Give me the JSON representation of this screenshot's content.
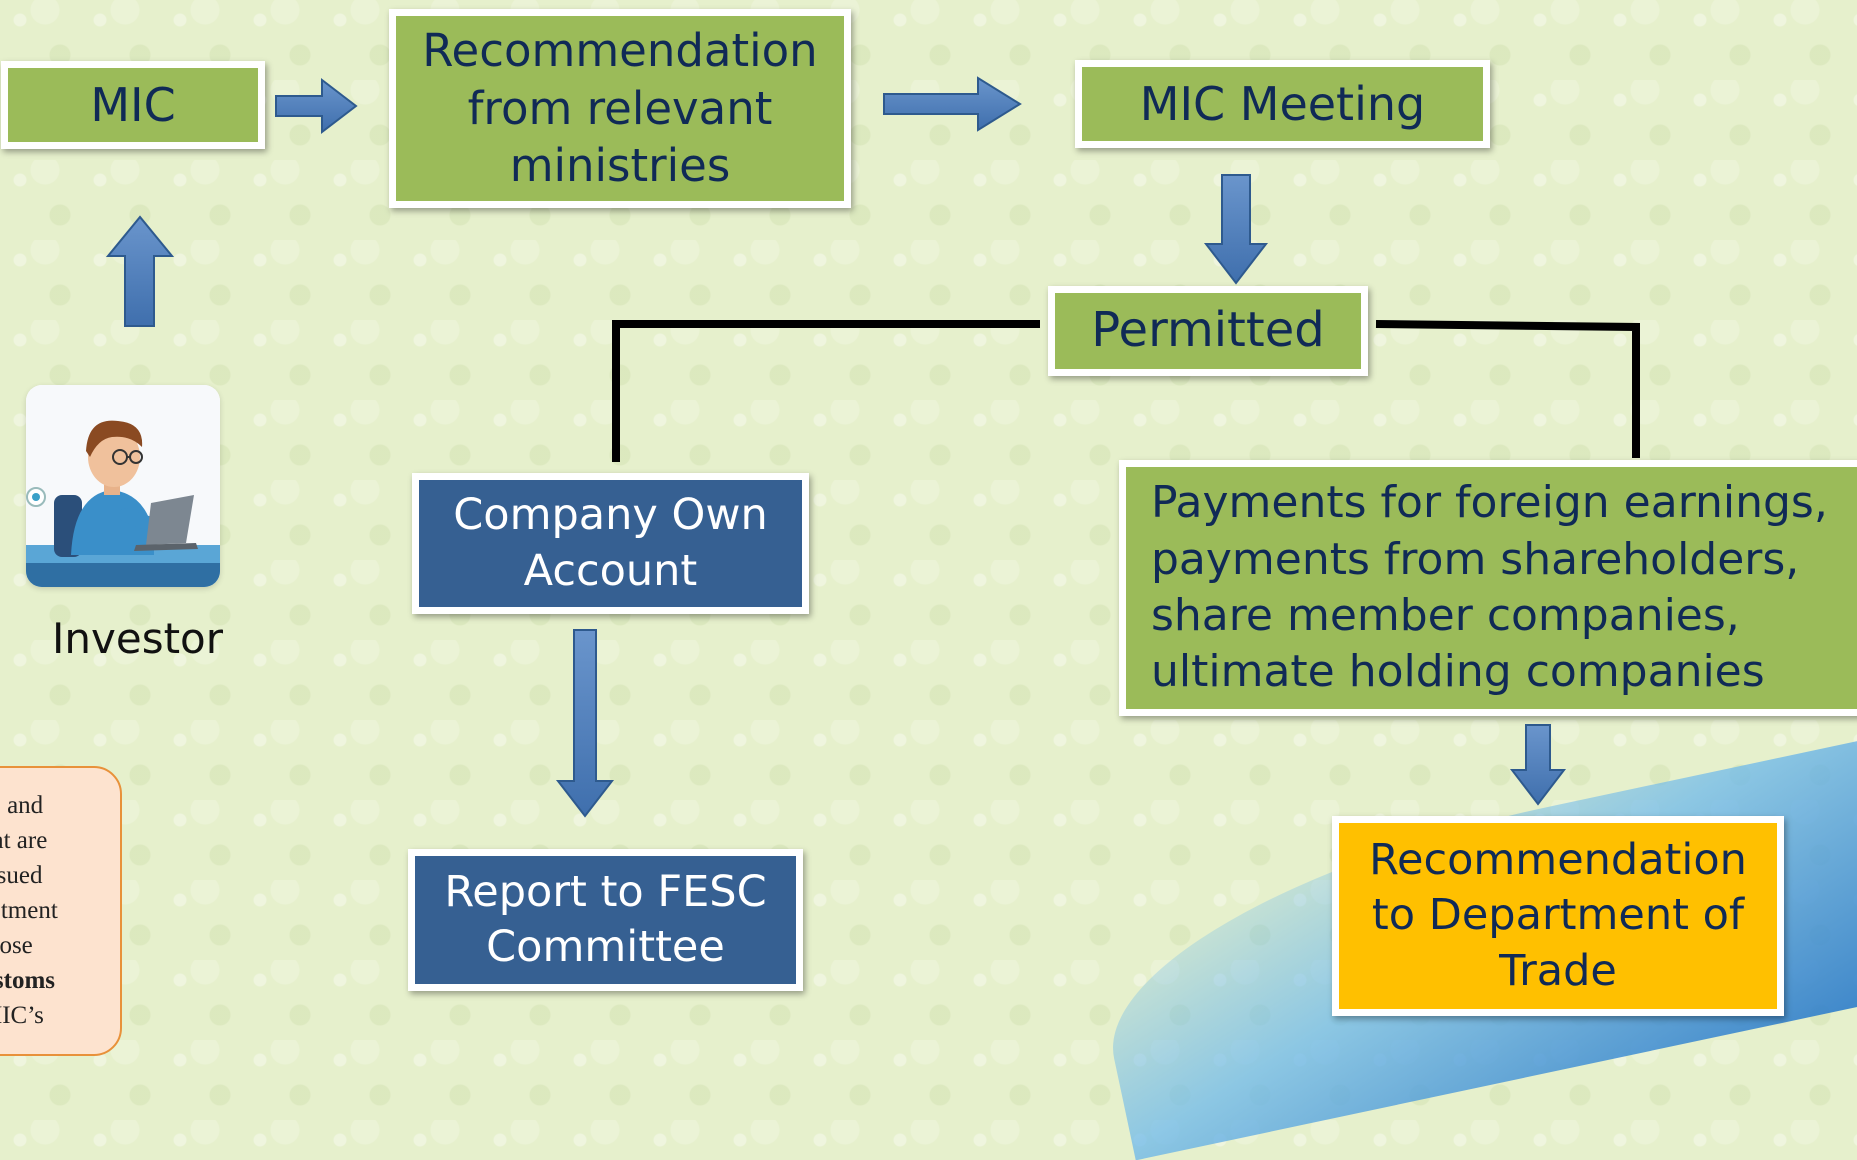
{
  "nodes": {
    "mic": "MIC",
    "recommendation_ministries": [
      "Recommendation",
      "from relevant",
      "ministries"
    ],
    "mic_meeting": "MIC Meeting",
    "permitted": "Permitted",
    "company_own_account": [
      "Company Own",
      "Account"
    ],
    "payments": [
      "Payments for foreign earnings,",
      "payments from shareholders,",
      "share member companies,",
      "ultimate holding companies"
    ],
    "report_fesc": [
      "Report to FESC",
      "Committee"
    ],
    "recommendation_trade": [
      "Recommendation",
      "to Department of",
      "Trade"
    ]
  },
  "investor": {
    "label": "Investor",
    "avatar_icon": "person-at-laptop-icon"
  },
  "note": {
    "lines": [
      "es and",
      "hat are",
      "issued",
      "estment",
      "those",
      "ustoms",
      "MIC’s"
    ],
    "bold_line": "ustoms"
  },
  "colors": {
    "green": "#9bbb59",
    "blue": "#366092",
    "gold": "#ffc000",
    "arrow": "#4f81bd",
    "text_dark": "#102a56"
  }
}
